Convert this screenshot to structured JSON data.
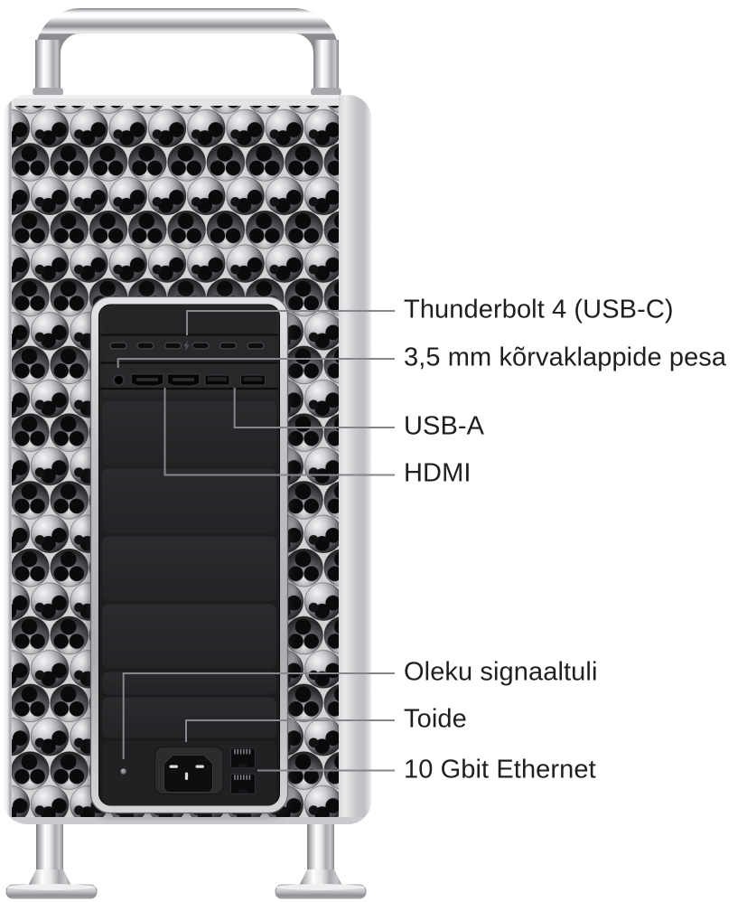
{
  "callouts": [
    {
      "id": "thunderbolt",
      "label": "Thunderbolt 4 (USB-C)"
    },
    {
      "id": "headphone",
      "label": "3,5 mm kõrvaklappide pesa"
    },
    {
      "id": "usb-a",
      "label": "USB-A"
    },
    {
      "id": "hdmi",
      "label": "HDMI"
    },
    {
      "id": "status-light",
      "label": "Oleku signaaltuli"
    },
    {
      "id": "power",
      "label": "Toide"
    },
    {
      "id": "ethernet",
      "label": "10 Gbit Ethernet"
    }
  ],
  "ports_shown": {
    "usb_c_thunderbolt": 6,
    "headphone_jack": 1,
    "hdmi": 2,
    "usb_a": 2,
    "status_light": 1,
    "power_inlet": 1,
    "ethernet": 2
  },
  "colors": {
    "background": "#ffffff",
    "label_text": "#1f1f21",
    "callout_line": "#87878b",
    "panel_black": "#1b1b1d",
    "body_silver": "#d3d3d6"
  }
}
